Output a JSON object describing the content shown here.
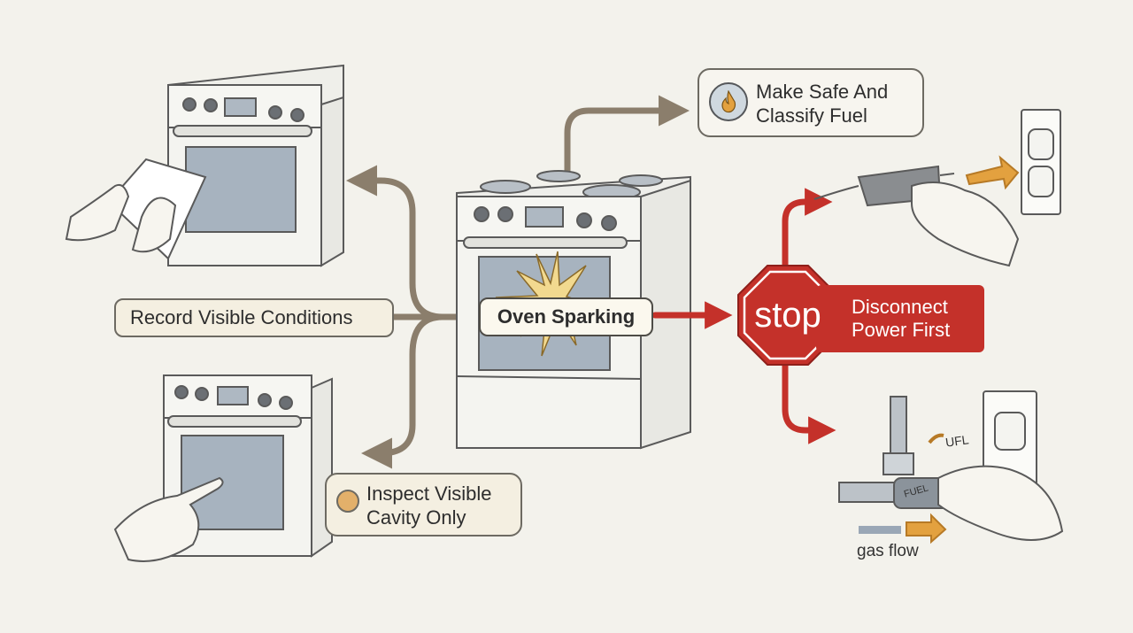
{
  "center": {
    "label": "Oven Sparking"
  },
  "branches": {
    "record": {
      "label": "Record Visible Conditions"
    },
    "make_safe": {
      "line1": "Make Safe And",
      "line2": "Classify Fuel",
      "icon": "flame-icon"
    },
    "inspect": {
      "line1": "Inspect Visible",
      "line2": "Cavity Only",
      "icon": "orange-dot-icon"
    },
    "stop": {
      "sign": "stop",
      "line1": "Disconnect",
      "line2": "Power First"
    }
  },
  "gas_panel": {
    "flow_label": "gas flow",
    "valve_label": "FUEL",
    "arrow_label": "UFL"
  },
  "colors": {
    "background": "#f3f2ec",
    "red": "#c4312a",
    "brown_arrow": "#8b7e6c",
    "label_fill": "#f4efe1",
    "orange": "#e3a13f"
  }
}
